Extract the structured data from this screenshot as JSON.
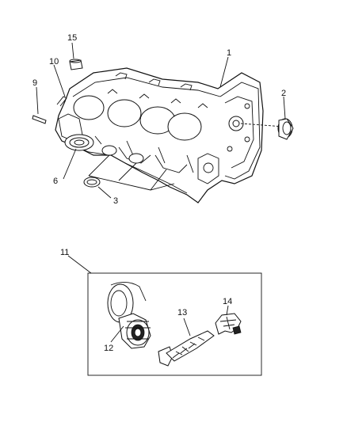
{
  "callouts": {
    "c1": "1",
    "c2": "2",
    "c3": "3",
    "c6": "6",
    "c9": "9",
    "c10": "10",
    "c11": "11",
    "c12": "12",
    "c13": "13",
    "c14": "14",
    "c15": "15"
  },
  "parts": [
    {
      "ref": "1",
      "name": "engine-block"
    },
    {
      "ref": "2",
      "name": "rear-cup-plug"
    },
    {
      "ref": "3",
      "name": "expansion-plug"
    },
    {
      "ref": "6",
      "name": "front-plug"
    },
    {
      "ref": "9",
      "name": "dowel-pin"
    },
    {
      "ref": "10",
      "name": "stud"
    },
    {
      "ref": "11",
      "name": "oil-pump-kit"
    },
    {
      "ref": "12",
      "name": "oil-pump-body"
    },
    {
      "ref": "13",
      "name": "pickup-tube"
    },
    {
      "ref": "14",
      "name": "screen-clip"
    },
    {
      "ref": "15",
      "name": "bushing-cap"
    }
  ]
}
